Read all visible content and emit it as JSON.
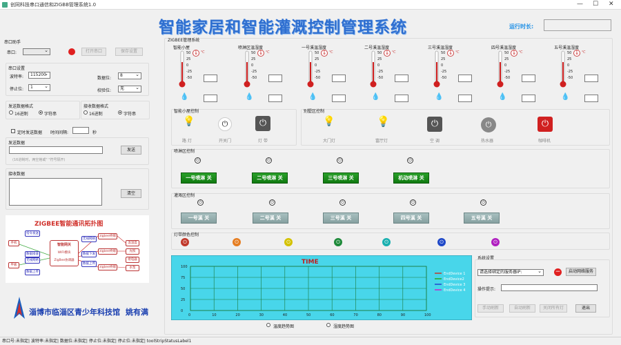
{
  "window": {
    "title": "创同科技串口通信和ZIGBB管理系统1.0"
  },
  "header": {
    "title": "智能家居和智能灌溉控制管理系统",
    "runtime_label": "运行时长:"
  },
  "serial": {
    "title": "串口助手",
    "port_label": "串口:",
    "open_btn": "打开串口",
    "save_btn": "保存设置",
    "settings_title": "串口设置",
    "baud_label": "波特率:",
    "baud_value": "115200",
    "databits_label": "数据位:",
    "databits_value": "8",
    "stopbits_label": "停止位:",
    "stopbits_value": "1",
    "parity_label": "校验位:",
    "parity_value": "无",
    "send_fmt_title": "发送数据格式",
    "recv_fmt_title": "接收数据格式",
    "hex_label": "16进制",
    "str_label": "字符串",
    "timed_label": "定时发送数据",
    "interval_label": "时间间隔:",
    "sec_label": "秒",
    "send_title": "发送数据",
    "send_btn": "发送",
    "send_hint": "(16进制时，两空格或\" \"符号隔开)",
    "recv_title": "接收数据",
    "clear_btn": "清空"
  },
  "topology": {
    "title": "ZIGBEE智能通讯拓扑图",
    "center": "智能网关",
    "center2": "WIFI模块",
    "center3": "ZigBee协调器",
    "left1": "手机",
    "left2": "平板",
    "labels_left": [
      "指令发送",
      "数据接收",
      "无线网络",
      "数据上传"
    ],
    "right_nodes": [
      "zigbee终端",
      "zigbee终端",
      "zigbee终端"
    ],
    "right_labels": [
      "无线网络",
      "数据下发",
      "数据上传"
    ],
    "sensors": [
      "温湿度",
      "光照",
      "继电器",
      "水泵"
    ]
  },
  "footer": {
    "org": "淄博市临淄区青少年科技馆",
    "author": "姚有满"
  },
  "zigbee": {
    "title": "ZIGBEE管理系统",
    "areas": [
      "智能小屋",
      "喷淋区温湿度",
      "一号溪温湿度",
      "二号溪温湿度",
      "三号溪温湿度",
      "四号溪温湿度",
      "五号溪温湿度"
    ],
    "therm_ticks": [
      "50",
      "25",
      "0",
      "-25",
      "-50"
    ],
    "unit": "℃"
  },
  "smart_house": {
    "title": "智能小屋控制",
    "items": [
      "路 灯",
      "开关门",
      "灯 带"
    ]
  },
  "villa": {
    "title": "别墅区控制",
    "items": [
      "大门灯",
      "富厅灯",
      "空 调",
      "热水器",
      "咖啡机"
    ]
  },
  "spray": {
    "title": "喷淋区控制",
    "buttons": [
      "一号喷淋  关",
      "二号喷淋  关",
      "三号喷淋  关",
      "机动喷淋  关"
    ]
  },
  "irrigation": {
    "title": "灌溉区控制",
    "buttons": [
      "一号溪  关",
      "二号溪  关",
      "三号溪  关",
      "四号溪  关",
      "五号溪  关"
    ]
  },
  "lights": {
    "title": "灯带颜色控制",
    "colors": [
      "#c0392b",
      "#e67e22",
      "#d4c200",
      "#1e8a3a",
      "#1ab0b0",
      "#2049c8",
      "#b020c0"
    ]
  },
  "chart_data": {
    "type": "line",
    "title": "TIME",
    "xlim": [
      0,
      100
    ],
    "ylim": [
      0,
      100
    ],
    "xticks": [
      0,
      10,
      20,
      30,
      40,
      50,
      60,
      70,
      80,
      90,
      100
    ],
    "yticks": [
      0,
      25,
      50,
      75,
      100
    ],
    "series": [
      {
        "name": "EndDevice 1",
        "color": "#c0392b",
        "values": []
      },
      {
        "name": "EndDevice2",
        "color": "#22aa22",
        "values": []
      },
      {
        "name": "EndDevice 3",
        "color": "#2244cc",
        "values": []
      },
      {
        "name": "EndDevice 4",
        "color": "#cc22cc",
        "values": []
      }
    ],
    "grid": true,
    "legend": "right",
    "background": "#48d6ea"
  },
  "trend": {
    "temp_label": "温度趋势图",
    "humid_label": "湿度趋势图"
  },
  "system": {
    "title": "系统设置",
    "server_select": "请选择绑定的服务器IP:",
    "start_btn": "启动网络服务",
    "tip_label": "操作提示:",
    "btns": [
      "手动刷新",
      "自动刷新",
      "关闭所有灯"
    ],
    "exit_btn": "退出"
  },
  "statusbar": {
    "text": "串口号:未指定|  波特率:未指定|  数据位:未指定|  停止位:未指定|  停止位:未指定|  toolStripStatusLabel1"
  }
}
